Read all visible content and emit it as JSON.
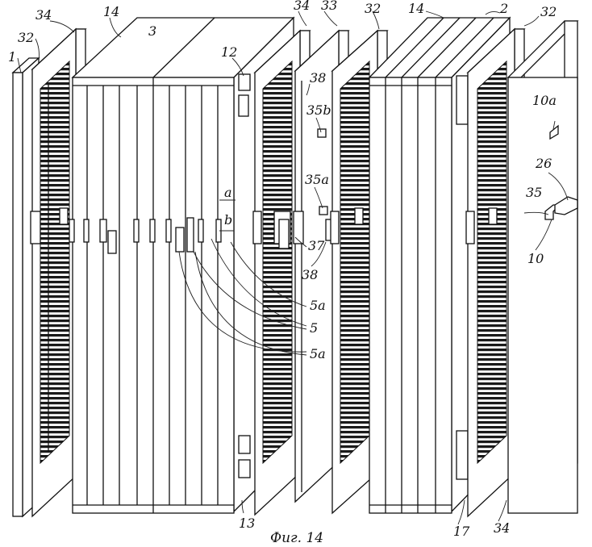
{
  "labels": {
    "l1": "1",
    "l32a": "32",
    "l34a": "34",
    "l14a": "14",
    "l3": "3",
    "l34b": "34",
    "l33": "33",
    "l32b": "32",
    "l14b": "14",
    "l2": "2",
    "l32c": "32",
    "l12": "12",
    "l38a": "38",
    "l35b": "35b",
    "l35a": "35a",
    "la": "a",
    "lb": "b",
    "l37": "37",
    "l38b": "38",
    "l5a1": "5a",
    "l5": "5",
    "l5a2": "5a",
    "l10a": "10a",
    "l26": "26",
    "l35": "35",
    "l10": "10",
    "l13": "13",
    "l17": "17",
    "l34c": "34"
  },
  "caption": "Фиг. 14"
}
